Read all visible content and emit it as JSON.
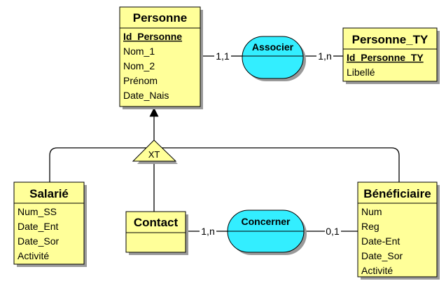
{
  "entities": {
    "personne": {
      "name": "Personne",
      "key": "Id_Personne",
      "attributes": [
        "Nom_1",
        "Nom_2",
        "Prénom",
        "Date_Nais"
      ]
    },
    "personne_ty": {
      "name": "Personne_TY",
      "key": "Id_Personne_TY",
      "attributes": [
        "Libellé"
      ]
    },
    "salarie": {
      "name": "Salarié",
      "key": "",
      "attributes": [
        "Num_SS",
        "Date_Ent",
        "Date_Sor",
        "Activité"
      ]
    },
    "contact": {
      "name": "Contact",
      "key": "",
      "attributes": []
    },
    "beneficiaire": {
      "name": "Bénéficiaire",
      "key": "",
      "attributes": [
        "Num",
        "Reg",
        "Date-Ent",
        "Date_Sor",
        "Activité"
      ]
    }
  },
  "relationships": {
    "associer": {
      "name": "Associer",
      "card_left": "1,1",
      "card_right": "1,n"
    },
    "concerner": {
      "name": "Concerner",
      "card_left": "1,n",
      "card_right": "0,1"
    }
  },
  "inheritance": {
    "label": "XT"
  },
  "colors": {
    "entity_fill": "#ffff99",
    "relationship_fill": "#33eeff",
    "constraint_fill": "#ffff99",
    "stroke": "#000000",
    "shadow": "#9a9a9a"
  }
}
